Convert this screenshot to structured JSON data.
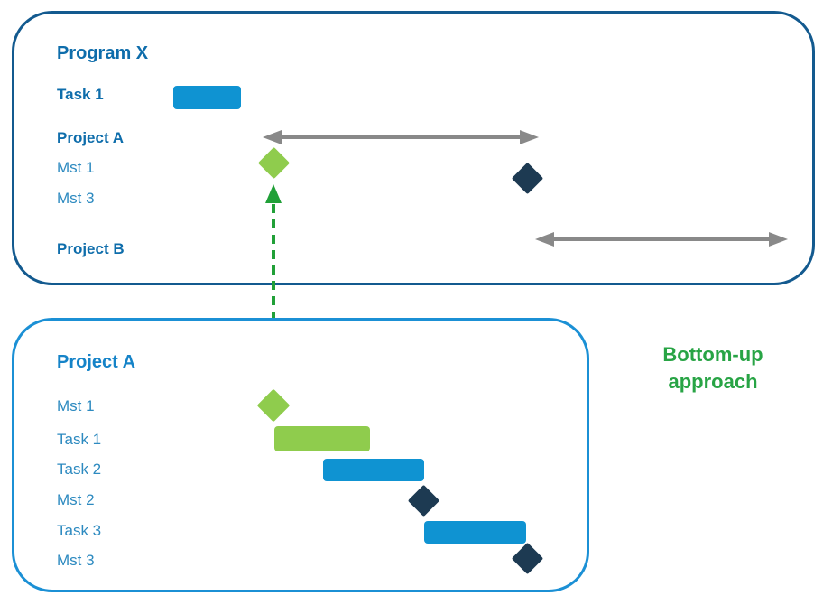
{
  "colors": {
    "panel_top_border": "#135a8f",
    "panel_bottom_border": "#1b90d5",
    "title_dark_blue": "#0e6dab",
    "title_bright_blue": "#1583c8",
    "label_blue": "#2d8ac0",
    "bar_blue": "#0f93d2",
    "bar_green": "#8fcc4d",
    "diamond_navy": "#1d3a52",
    "arrow_gray": "#898989",
    "arrow_green": "#21a038",
    "annotation_green": "#28a445"
  },
  "program_panel": {
    "title": "Program X",
    "rows": [
      {
        "label": "Task 1",
        "marker": "blue-bar"
      },
      {
        "label": "Project A",
        "marker": "gray-double-arrow"
      },
      {
        "label": "Mst 1",
        "marker": "green-diamond"
      },
      {
        "label": "Mst 3",
        "marker": "navy-diamond"
      },
      {
        "label": "Project B",
        "marker": "gray-double-arrow"
      }
    ]
  },
  "project_panel": {
    "title": "Project A",
    "rows": [
      {
        "label": "Mst 1",
        "marker": "green-diamond"
      },
      {
        "label": "Task 1",
        "marker": "green-bar"
      },
      {
        "label": "Task 2",
        "marker": "blue-bar"
      },
      {
        "label": "Mst 2",
        "marker": "navy-diamond"
      },
      {
        "label": "Task 3",
        "marker": "blue-bar"
      },
      {
        "label": "Mst 3",
        "marker": "navy-diamond"
      }
    ]
  },
  "annotation": {
    "line1": "Bottom-up",
    "line2": "approach"
  }
}
